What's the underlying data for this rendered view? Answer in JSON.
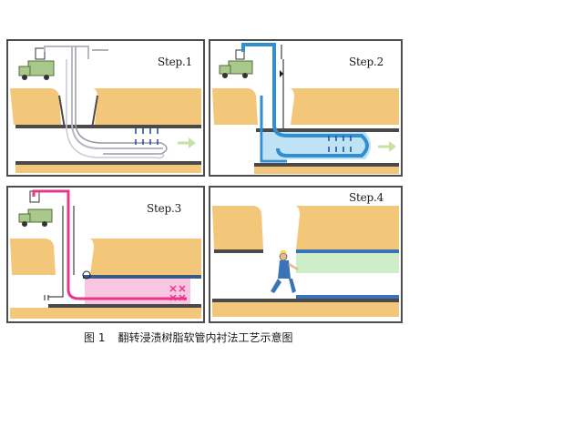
{
  "figure": {
    "caption_number": "图 1",
    "caption_text": "翻转浸渍树脂软管内衬法工艺示意图"
  },
  "panels": [
    {
      "label": "Step.1"
    },
    {
      "label": "Step.2"
    },
    {
      "label": "Step.3"
    },
    {
      "label": "Step.4"
    }
  ],
  "colors": {
    "ground": "#f2c77a",
    "ground_dark": "#e0a94f",
    "pipe_wall": "#4a4a4a",
    "hose_step1": "#b9b9c4",
    "hose_step2": "#2f8fd0",
    "fill_step2": "#bfe2f5",
    "hose_step3": "#e8378a",
    "fill_step3": "#f8c6e0",
    "liner_step4": "#3a74b8",
    "liner_fill_step4": "#cdeec9",
    "truck": "#a9c98b"
  }
}
